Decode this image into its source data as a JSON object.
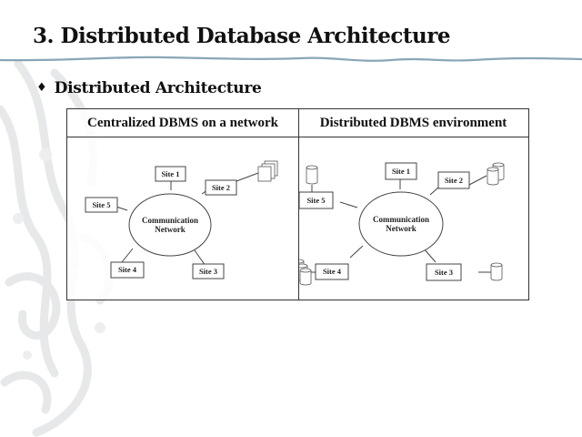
{
  "slide": {
    "title": "3. Distributed Database Architecture",
    "bullet_symbol": "♦",
    "bullet_text": "Distributed  Architecture"
  },
  "table": {
    "headers": [
      "Centralized DBMS on a network",
      "Distributed DBMS environment"
    ]
  },
  "diagrams": [
    {
      "name": "centralized",
      "network_label": [
        "Communication",
        "Network"
      ],
      "sites": [
        "Site 1",
        "Site 2",
        "Site 3",
        "Site 4",
        "Site 5"
      ],
      "databases": [
        {
          "site": "Site 2",
          "count": 3,
          "kind": "file-stack"
        }
      ]
    },
    {
      "name": "distributed",
      "network_label": [
        "Communication",
        "Network"
      ],
      "sites": [
        "Site 1",
        "Site 2",
        "Site 3",
        "Site 4",
        "Site 5"
      ],
      "databases": [
        {
          "site": "Site 5",
          "count": 1,
          "kind": "cylinder"
        },
        {
          "site": "Site 2",
          "count": 2,
          "kind": "cylinder-stack"
        },
        {
          "site": "Site 4",
          "count": 3,
          "kind": "cylinder-stack"
        },
        {
          "site": "Site 3",
          "count": 1,
          "kind": "cylinder"
        }
      ]
    }
  ]
}
